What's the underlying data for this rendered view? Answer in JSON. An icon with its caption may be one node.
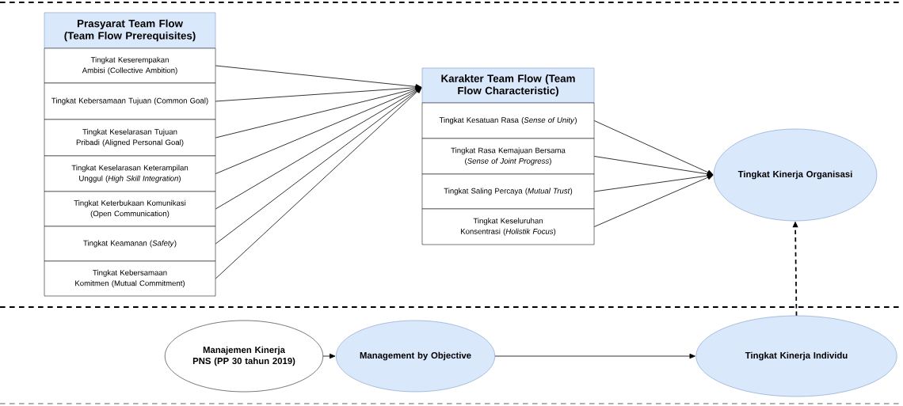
{
  "diagram": {
    "nodes": [
      {
        "text": [
          "Prasyarat Team Flow (Team Flow Prerequisites)"
        ]
      },
      {
        "text": [
          "Tingkat Keserempakan Ambisi (Collective Ambition)"
        ]
      },
      {
        "text": [
          "Tingkat Kebersamaan Tujuan (Common Goal)"
        ]
      },
      {
        "text": [
          "Tingkat Keselarasan Tujuan Pribadi (Aligned Personal Goal)"
        ]
      },
      {
        "text": [
          "Tingkat Keselarasan Keterampilan Unggul (*High Skill Integration*)"
        ]
      },
      {
        "text": [
          "Tingkat Keterbukaan Komunikasi (Open Communication)"
        ]
      },
      {
        "text": [
          "Tingkat Keamanan (*Safety*)"
        ]
      },
      {
        "text": [
          "Tingkat Kebersamaan Komitmen (Mutual Commitment)"
        ]
      },
      {
        "text": [
          "Karakter Team Flow (Team Flow Characteristic)"
        ]
      },
      {
        "text": [
          "Tingkat Kesatuan Rasa (*Sense of Unity*)"
        ]
      },
      {
        "text": [
          "Tingkat Rasa Kemajuan Bersama (*Sense of Joint Progress*)"
        ]
      },
      {
        "text": [
          "Tingkat Saling Percaya (*Mutual Trust*)"
        ]
      },
      {
        "text": [
          "Tingkat Keseluruhan Konsentrasi (*Holistik Focus*)"
        ]
      },
      {
        "text": [
          "Tingkat Kinerja Organisasi"
        ]
      },
      {
        "text": [
          "Manajemen Kinerja PNS (PP 30 tahun 2019)"
        ]
      },
      {
        "text": [
          "Management by Objective"
        ]
      },
      {
        "text": [
          "Tingkat Kinerja Individu"
        ]
      }
    ],
    "edges": [
      {
        "from": 1,
        "to": 8,
        "arrow": "to"
      },
      {
        "from": 2,
        "to": 8,
        "arrow": "to"
      },
      {
        "from": 3,
        "to": 8,
        "arrow": "to"
      },
      {
        "from": 4,
        "to": 8,
        "arrow": "to"
      },
      {
        "from": 5,
        "to": 8,
        "arrow": "to"
      },
      {
        "from": 6,
        "to": 8,
        "arrow": "to"
      },
      {
        "from": 7,
        "to": 8,
        "arrow": "to"
      },
      {
        "from": 9,
        "to": 13,
        "arrow": "to"
      },
      {
        "from": 10,
        "to": 13,
        "arrow": "to"
      },
      {
        "from": 11,
        "to": 13,
        "arrow": "to"
      },
      {
        "from": 12,
        "to": 13,
        "arrow": "to"
      },
      {
        "from": 14,
        "to": 15,
        "arrow": "to"
      },
      {
        "from": 15,
        "to": 16,
        "arrow": "to"
      },
      {
        "from": 16,
        "to": 13,
        "arrow": "to",
        "style": "dashed"
      }
    ]
  }
}
